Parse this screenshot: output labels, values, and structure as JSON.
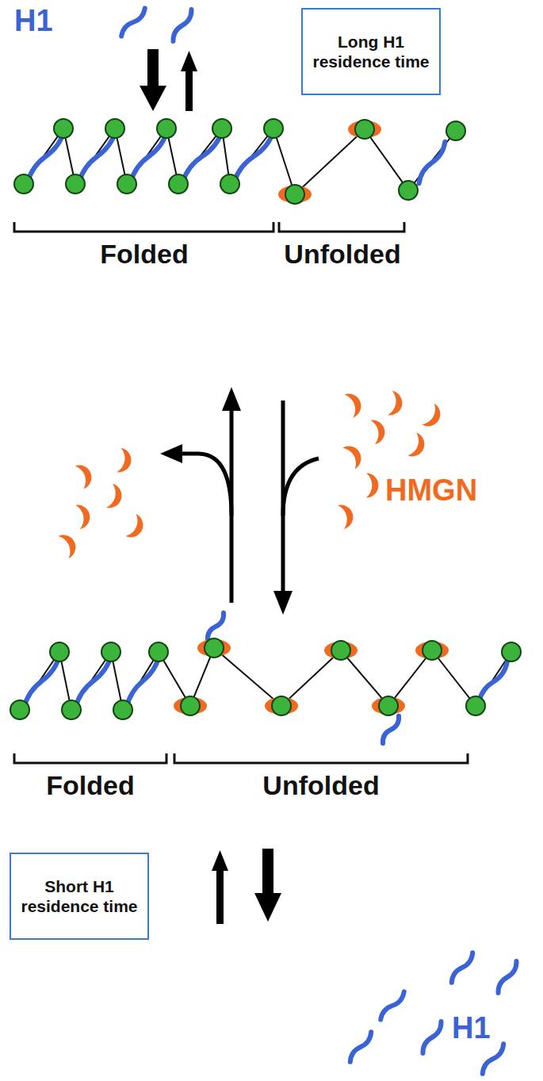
{
  "diagram": {
    "nodes": [
      {
        "text": [
          "Long H1 residence time"
        ]
      },
      {
        "text": [
          "Short H1 residence time"
        ]
      }
    ],
    "labels": [
      "H1",
      "Folded",
      "Unfolded",
      "HMGN",
      "Folded",
      "Unfolded",
      "H1"
    ]
  }
}
